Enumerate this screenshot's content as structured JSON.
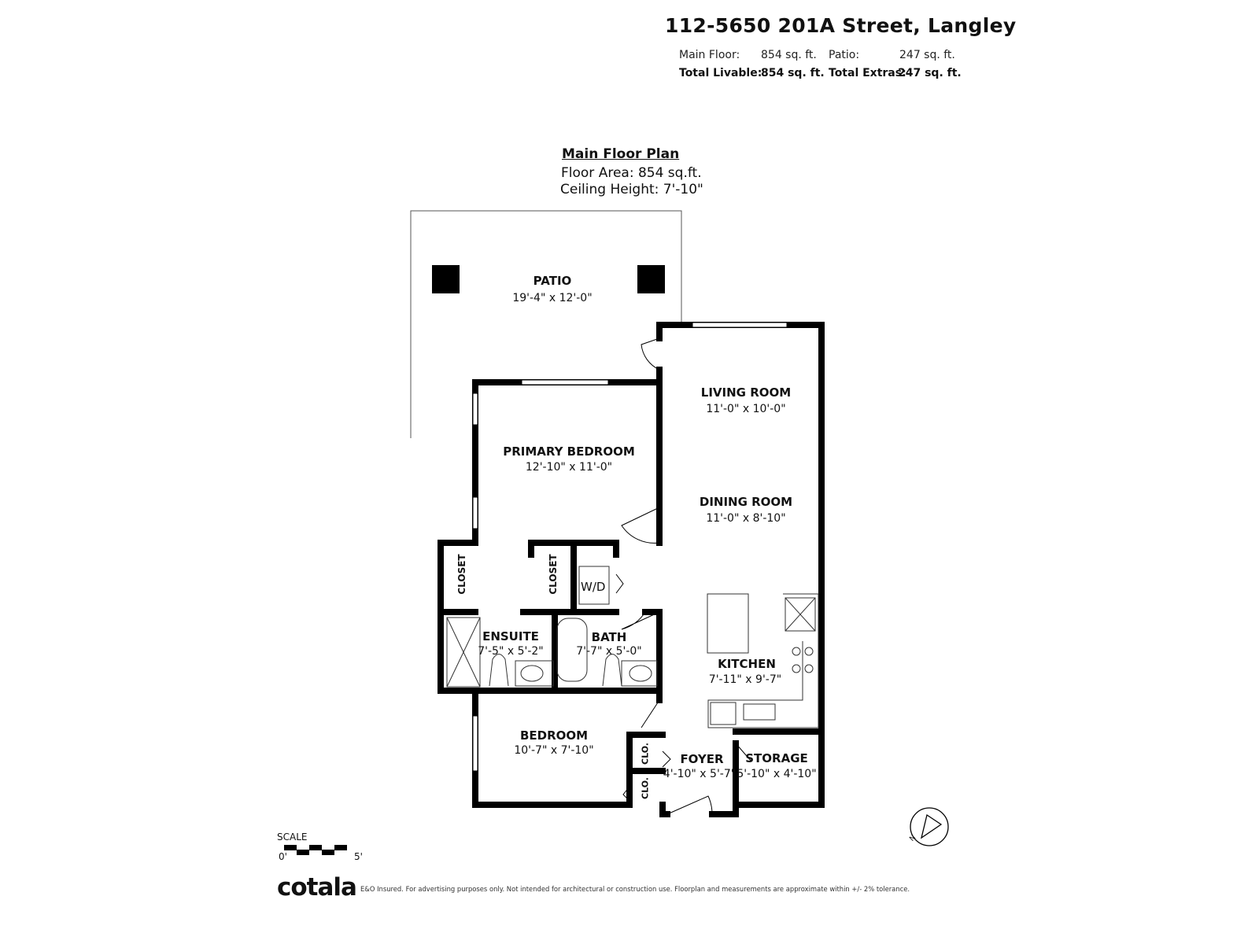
{
  "header": {
    "address": "112-5650 201A Street, Langley",
    "main_floor_label": "Main Floor:",
    "main_floor_value": "854 sq. ft.",
    "patio_label": "Patio:",
    "patio_value": "247 sq. ft.",
    "total_livable_label": "Total Livable:",
    "total_livable_value": "854 sq. ft.",
    "total_extras_label": "Total Extras:",
    "total_extras_value": "247 sq. ft."
  },
  "plan": {
    "title": "Main Floor Plan",
    "floor_area": "Floor Area: 854 sq.ft.",
    "ceiling_height": "Ceiling Height: 7'-10\""
  },
  "rooms": {
    "patio": {
      "name": "PATIO",
      "dim": "19'-4\" x 12'-0\""
    },
    "living": {
      "name": "LIVING ROOM",
      "dim": "11'-0\" x 10'-0\""
    },
    "primary": {
      "name": "PRIMARY BEDROOM",
      "dim": "12'-10\" x 11'-0\""
    },
    "dining": {
      "name": "DINING ROOM",
      "dim": "11'-0\" x 8'-10\""
    },
    "closet1": {
      "name": "CLOSET"
    },
    "closet2": {
      "name": "CLOSET"
    },
    "wd": {
      "name": "W/D"
    },
    "ensuite": {
      "name": "ENSUITE",
      "dim": "7'-5\" x 5'-2\""
    },
    "bath": {
      "name": "BATH",
      "dim": "7'-7\" x 5'-0\""
    },
    "kitchen": {
      "name": "KITCHEN",
      "dim": "7'-11\" x 9'-7\""
    },
    "bedroom": {
      "name": "BEDROOM",
      "dim": "10'-7\" x 7'-10\""
    },
    "clo1": {
      "name": "CLO."
    },
    "clo2": {
      "name": "CLO."
    },
    "foyer": {
      "name": "FOYER",
      "dim": "4'-10\" x 5'-7\""
    },
    "storage": {
      "name": "STORAGE",
      "dim": "5'-10\" x 4'-10\""
    }
  },
  "scale": {
    "label": "SCALE",
    "start": "0'",
    "end": "5'"
  },
  "compass": {
    "north": "N"
  },
  "footer": {
    "brand": "cotala",
    "disclaimer": "E&O Insured. For advertising purposes only. Not intended for architectural or construction use. Floorplan and measurements are approximate within +/- 2% tolerance."
  }
}
